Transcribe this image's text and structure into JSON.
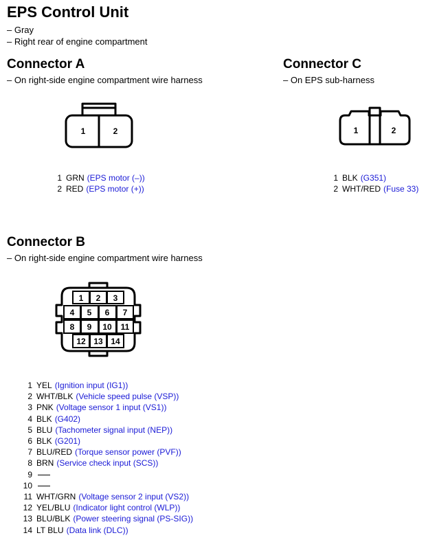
{
  "title": "EPS Control Unit",
  "unit_notes": [
    "– Gray",
    "– Right rear of engine compartment"
  ],
  "connector_a": {
    "heading": "Connector A",
    "location": "– On right-side engine compartment wire harness",
    "cavity_labels": [
      "1",
      "2"
    ],
    "pins": [
      {
        "num": "1",
        "wire": "GRN",
        "desc": "(EPS motor (–))"
      },
      {
        "num": "2",
        "wire": "RED",
        "desc": "(EPS motor (+))"
      }
    ]
  },
  "connector_c": {
    "heading": "Connector C",
    "location": "– On EPS sub-harness",
    "cavity_labels": [
      "1",
      "2"
    ],
    "pins": [
      {
        "num": "1",
        "wire": "BLK",
        "desc": "(G351)"
      },
      {
        "num": "2",
        "wire": "WHT/RED",
        "desc": "(Fuse 33)"
      }
    ]
  },
  "connector_b": {
    "heading": "Connector B",
    "location": "– On right-side engine compartment wire harness",
    "cavity_labels": [
      "1",
      "2",
      "3",
      "4",
      "5",
      "6",
      "7",
      "8",
      "9",
      "10",
      "11",
      "12",
      "13",
      "14"
    ],
    "pins": [
      {
        "num": "1",
        "wire": "YEL",
        "desc": "(Ignition input (IG1))"
      },
      {
        "num": "2",
        "wire": "WHT/BLK",
        "desc": "(Vehicle speed pulse (VSP))"
      },
      {
        "num": "3",
        "wire": "PNK",
        "desc": "(Voltage sensor 1 input (VS1))"
      },
      {
        "num": "4",
        "wire": "BLK",
        "desc": "(G402)"
      },
      {
        "num": "5",
        "wire": "BLU",
        "desc": "(Tachometer signal input (NEP))"
      },
      {
        "num": "6",
        "wire": "BLK",
        "desc": "(G201)"
      },
      {
        "num": "7",
        "wire": "BLU/RED",
        "desc": "(Torque sensor power (PVF))"
      },
      {
        "num": "8",
        "wire": "BRN",
        "desc": "(Service check input (SCS))"
      },
      {
        "num": "9",
        "wire": "",
        "desc": ""
      },
      {
        "num": "10",
        "wire": "",
        "desc": ""
      },
      {
        "num": "11",
        "wire": "WHT/GRN",
        "desc": "(Voltage sensor 2 input (VS2))"
      },
      {
        "num": "12",
        "wire": "YEL/BLU",
        "desc": "(Indicator light control (WLP))"
      },
      {
        "num": "13",
        "wire": "BLU/BLK",
        "desc": "(Power steering signal (PS-SIG))"
      },
      {
        "num": "14",
        "wire": "LT BLU",
        "desc": "(Data link (DLC))"
      }
    ]
  },
  "colors": {
    "text": "#000000",
    "description": "#1a1ad6",
    "background": "#ffffff"
  }
}
